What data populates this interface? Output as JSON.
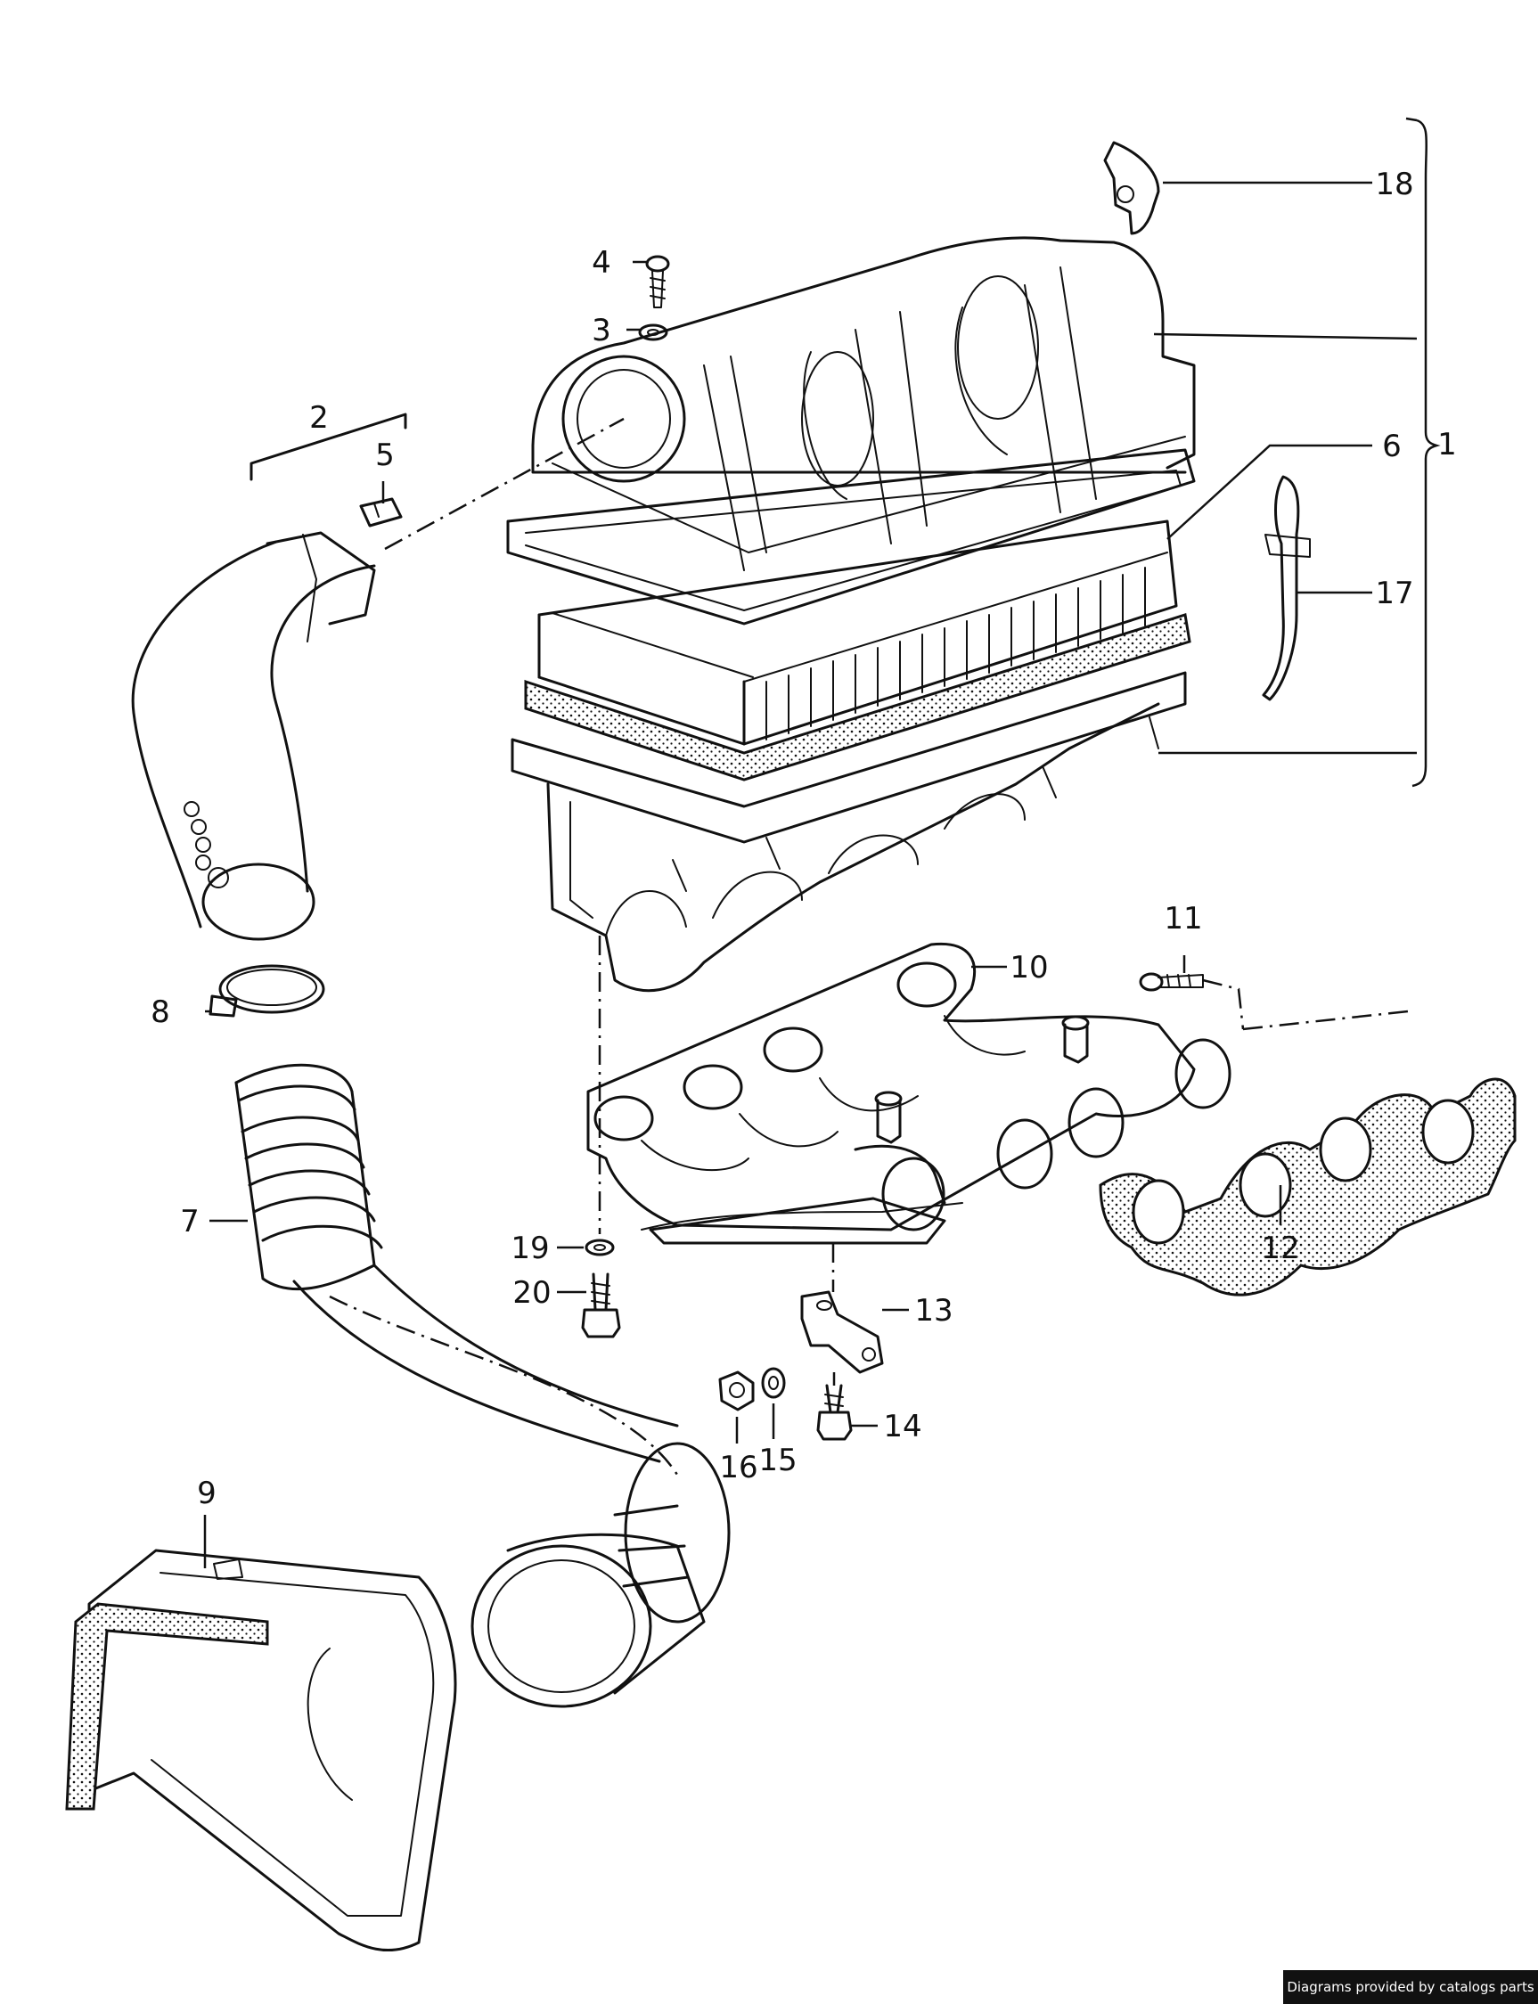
{
  "callouts": [
    {
      "id": "c1",
      "label": "1"
    },
    {
      "id": "c2",
      "label": "2"
    },
    {
      "id": "c3",
      "label": "3"
    },
    {
      "id": "c4",
      "label": "4"
    },
    {
      "id": "c5",
      "label": "5"
    },
    {
      "id": "c6",
      "label": "6"
    },
    {
      "id": "c7",
      "label": "7"
    },
    {
      "id": "c8",
      "label": "8"
    },
    {
      "id": "c9",
      "label": "9"
    },
    {
      "id": "c10",
      "label": "10"
    },
    {
      "id": "c11",
      "label": "11"
    },
    {
      "id": "c12",
      "label": "12"
    },
    {
      "id": "c13",
      "label": "13"
    },
    {
      "id": "c14",
      "label": "14"
    },
    {
      "id": "c15",
      "label": "15"
    },
    {
      "id": "c16",
      "label": "16"
    },
    {
      "id": "c17",
      "label": "17"
    },
    {
      "id": "c18",
      "label": "18"
    },
    {
      "id": "c19",
      "label": "19"
    },
    {
      "id": "c20",
      "label": "20"
    }
  ],
  "credit": "Diagrams provided by catalogs parts"
}
